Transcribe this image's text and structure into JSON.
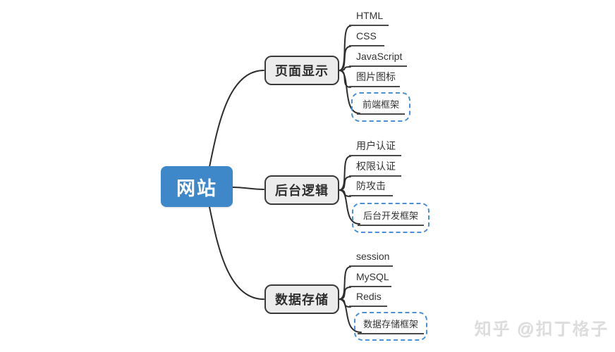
{
  "root": {
    "label": "网站"
  },
  "branches": [
    {
      "label": "页面显示",
      "children": [
        {
          "label": "HTML"
        },
        {
          "label": "CSS"
        },
        {
          "label": "JavaScript"
        },
        {
          "label": "图片图标"
        }
      ],
      "framework": {
        "label": "前端框架"
      }
    },
    {
      "label": "后台逻辑",
      "children": [
        {
          "label": "用户认证"
        },
        {
          "label": "权限认证"
        },
        {
          "label": "防攻击"
        }
      ],
      "framework": {
        "label": "后台开发框架"
      }
    },
    {
      "label": "数据存储",
      "children": [
        {
          "label": "session"
        },
        {
          "label": "MySQL"
        },
        {
          "label": "Redis"
        }
      ],
      "framework": {
        "label": "数据存储框架"
      }
    }
  ],
  "watermark": {
    "text": "知乎 @扣丁格子"
  },
  "colors": {
    "root_fill": "#3E87C8",
    "root_text": "#ffffff",
    "branch_fill": "#ececec",
    "branch_border": "#3a3a3a",
    "connector_line": "#2e2e2e",
    "underline": "#4a4a4a",
    "framework_dashed_border": "#4a90d2",
    "watermark_text": "#dcdcdc",
    "background": "#ffffff"
  }
}
